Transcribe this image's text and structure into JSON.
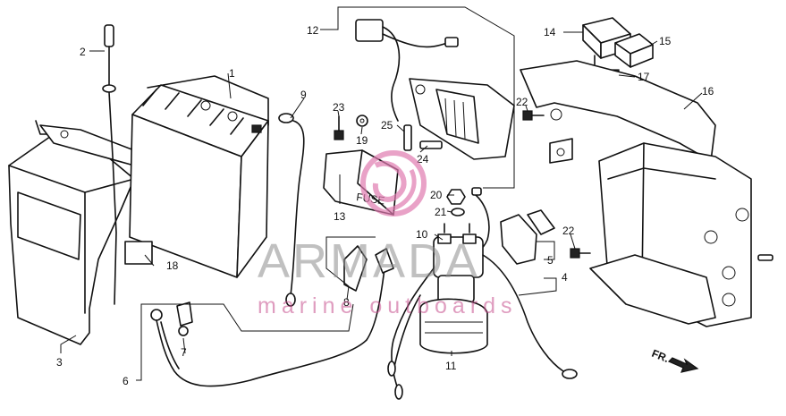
{
  "callouts": [
    {
      "id": "1",
      "label": "1"
    },
    {
      "id": "2",
      "label": "2"
    },
    {
      "id": "3",
      "label": "3"
    },
    {
      "id": "4",
      "label": "4"
    },
    {
      "id": "5",
      "label": "5"
    },
    {
      "id": "6",
      "label": "6"
    },
    {
      "id": "7",
      "label": "7"
    },
    {
      "id": "8",
      "label": "8"
    },
    {
      "id": "9",
      "label": "9"
    },
    {
      "id": "10",
      "label": "10"
    },
    {
      "id": "11",
      "label": "11"
    },
    {
      "id": "12",
      "label": "12"
    },
    {
      "id": "13",
      "label": "13"
    },
    {
      "id": "14",
      "label": "14"
    },
    {
      "id": "15",
      "label": "15"
    },
    {
      "id": "16",
      "label": "16"
    },
    {
      "id": "17",
      "label": "17"
    },
    {
      "id": "18",
      "label": "18"
    },
    {
      "id": "19",
      "label": "19"
    },
    {
      "id": "20",
      "label": "20"
    },
    {
      "id": "21",
      "label": "21"
    },
    {
      "id": "22a",
      "label": "22"
    },
    {
      "id": "22b",
      "label": "22"
    },
    {
      "id": "23",
      "label": "23"
    },
    {
      "id": "24",
      "label": "24"
    },
    {
      "id": "25",
      "label": "25"
    }
  ],
  "fuse_cover_text": "FUSE",
  "direction_marker": "FR.",
  "watermark": {
    "brand": "ARMADA",
    "tagline": "marine outboards",
    "colors": {
      "logo": "#e07bb0",
      "text": "#8c8c8c",
      "tagline": "#c54a8a"
    }
  }
}
